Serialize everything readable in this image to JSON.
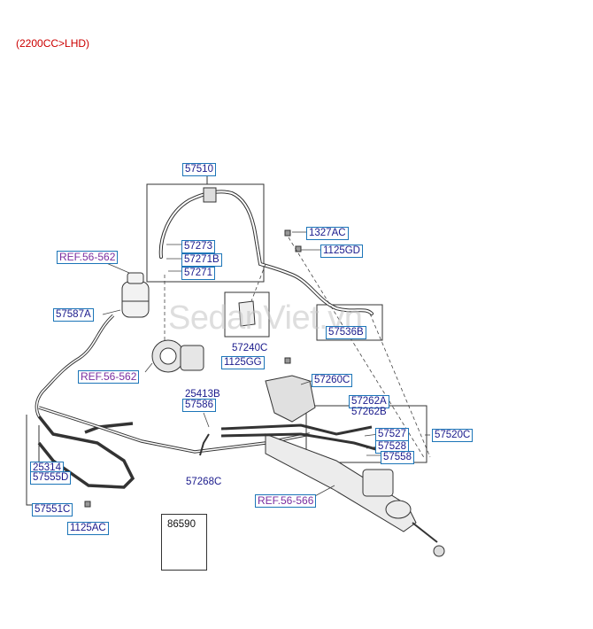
{
  "header": {
    "variant": "(2200CC>LHD)"
  },
  "watermark": "SedanViet.vn",
  "colors": {
    "part_label": "#1a1a8c",
    "label_box": "#1c75b8",
    "reference": "#7a2ea0",
    "variant": "#cc0000"
  },
  "parts": {
    "p57510": "57510",
    "p57273": "57273",
    "p57271B": "57271B",
    "p57271": "57271",
    "p1327AC": "1327AC",
    "p1125GD": "1125GD",
    "p57536B": "57536B",
    "p57240C": "57240C",
    "p1125GG": "1125GG",
    "p57260C": "57260C",
    "p57587A": "57587A",
    "p25413B": "25413B",
    "p57586": "57586",
    "p57262A": "57262A",
    "p57262B": "57262B",
    "p57527": "57527",
    "p57528": "57528",
    "p57558": "57558",
    "p57520C": "57520C",
    "p57268C": "57268C",
    "p25314": "25314",
    "p57555D": "57555D",
    "p57551C": "57551C",
    "p1125AC": "1125AC",
    "p86590": "86590"
  },
  "refs": {
    "r562a": "REF.56-562",
    "r562b": "REF.56-562",
    "r566": "REF.56-566"
  }
}
